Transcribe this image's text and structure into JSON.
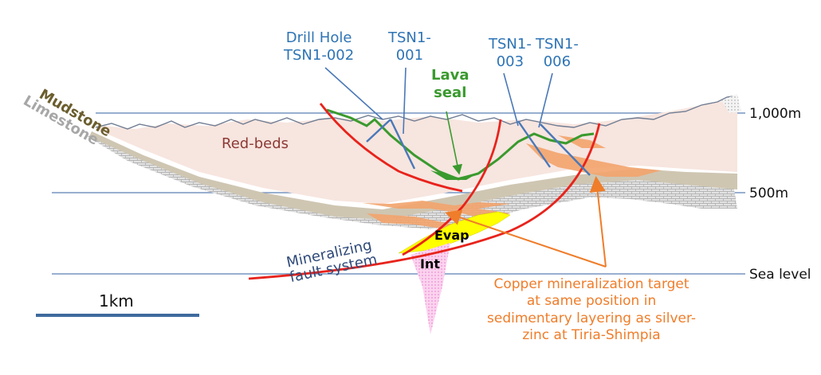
{
  "labels": {
    "drill_hole": "Drill Hole\nTSN1-002",
    "tsn1_001": "TSN1-\n001",
    "tsn1_003": "TSN1-\n003",
    "tsn1_006": "TSN1-\n006",
    "lava_seal": "Lava\nseal",
    "mudstone": "Mudstone",
    "limestone": "Limestone",
    "red_beds": "Red-beds",
    "evap": "Evap",
    "int": "Int",
    "mineralizing_fault": "Mineralizing\nfault system",
    "copper_target": "Copper mineralization target\nat same position in\nsedimentary layering as silver-\nzinc at Tiria-Shimpia",
    "scale": "1km"
  },
  "elevations": {
    "level_1000": "1,000m",
    "level_500": "500m",
    "sea_level": "Sea level"
  },
  "colors": {
    "reference_line": "#5b7fb5",
    "fault": "#e8231c",
    "drill_hole": "#4a78b8",
    "lava": "#3a9a2e",
    "red_beds_fill": "#f7e5df",
    "mudstone_fill": "#cfc6b2",
    "limestone_fill": "#dedede",
    "mineralization": "#f2a36b",
    "evaporite": "#ffff00",
    "intrusive": "#f7b0e0",
    "annotation_arrow": "#ef7d2a",
    "scale_bar": "#3f6a9e"
  }
}
